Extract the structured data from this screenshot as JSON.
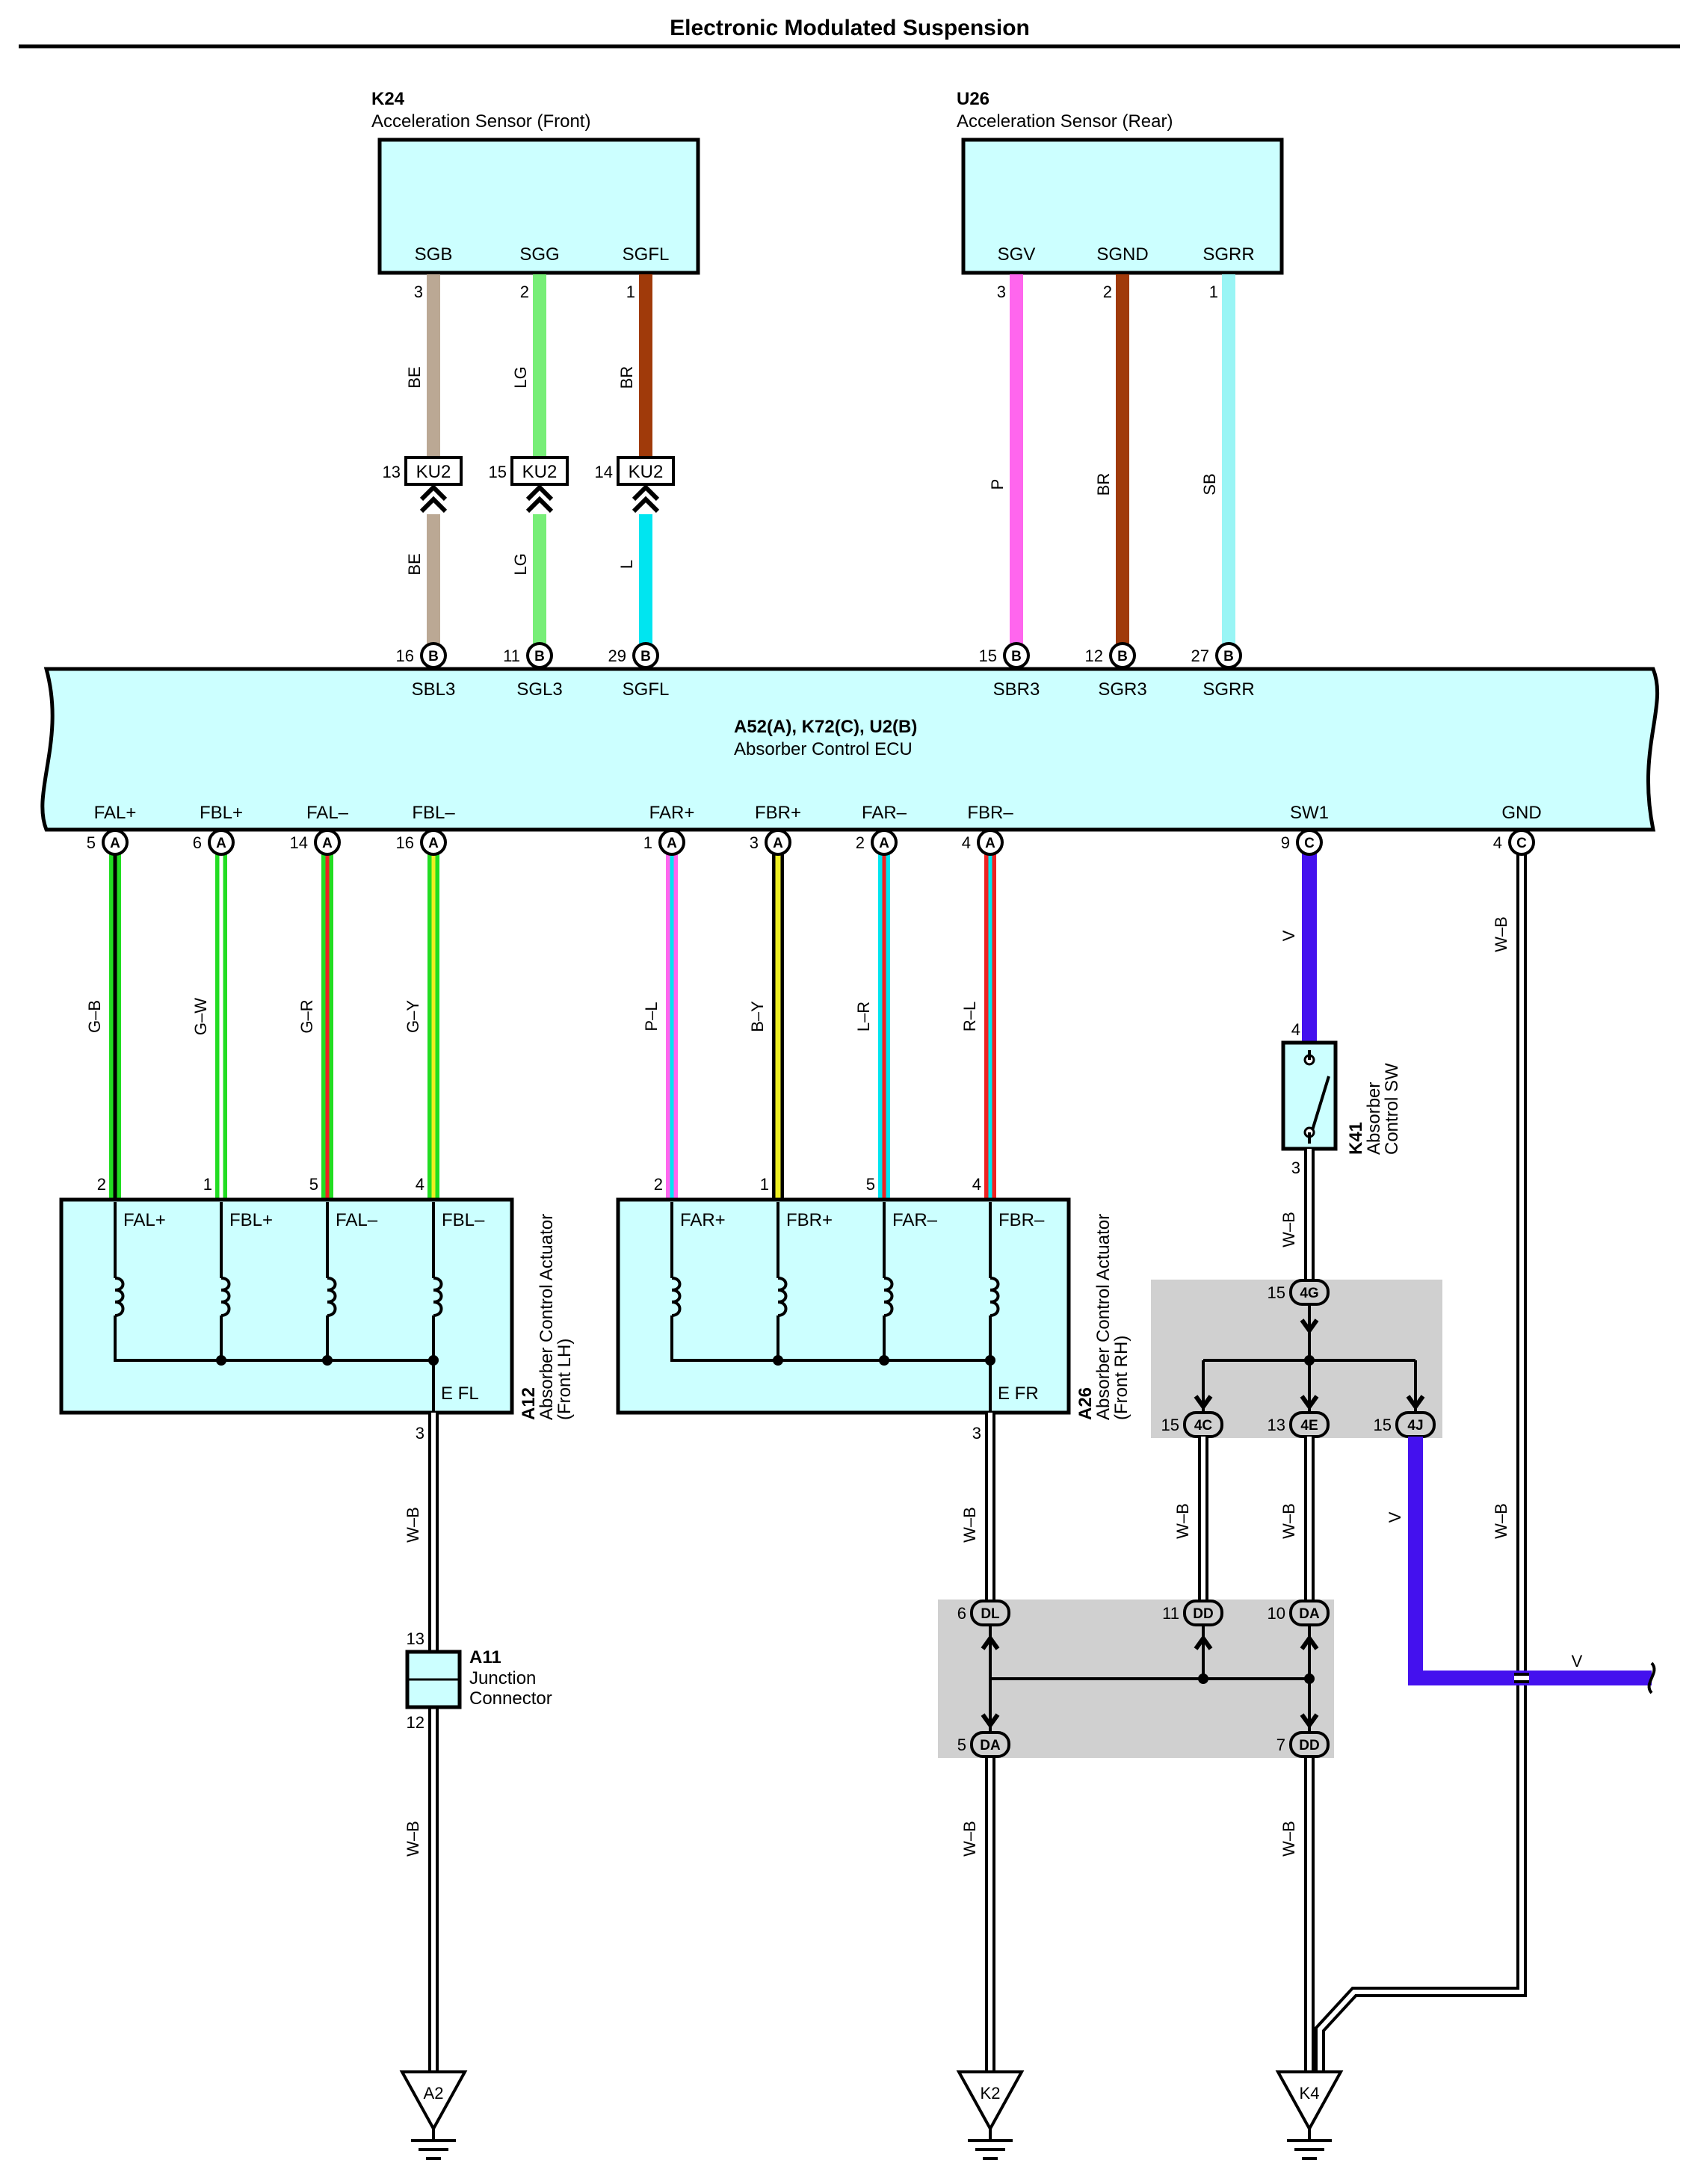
{
  "title": "Electronic Modulated Suspension",
  "colors": {
    "box_fill": "#ccffff",
    "splice_fill": "#d0d0d0",
    "BE": "#bba894",
    "LG": "#77ee77",
    "BR": "#a03a0a",
    "L": "#00e5f0",
    "P": "#ff66ee",
    "SB": "#99f5f5",
    "V": "#4411ee",
    "G": "#22dd22",
    "R": "#ee2222",
    "Y": "#eeee22",
    "W": "#ffffff",
    "B": "#000000"
  },
  "components": {
    "k24": {
      "code": "K24",
      "name": "Acceleration Sensor (Front)",
      "pins": [
        {
          "name": "SGB",
          "num": "3"
        },
        {
          "name": "SGG",
          "num": "2"
        },
        {
          "name": "SGFL",
          "num": "1"
        }
      ]
    },
    "u26": {
      "code": "U26",
      "name": "Acceleration Sensor (Rear)",
      "pins": [
        {
          "name": "SGV",
          "num": "3"
        },
        {
          "name": "SGND",
          "num": "2"
        },
        {
          "name": "SGRR",
          "num": "1"
        }
      ]
    },
    "ecu": {
      "code": "A52(A), K72(C), U2(B)",
      "name": "Absorber Control ECU",
      "top_pins": [
        {
          "name": "SBL3",
          "num": "16",
          "conn": "B"
        },
        {
          "name": "SGL3",
          "num": "11",
          "conn": "B"
        },
        {
          "name": "SGFL",
          "num": "29",
          "conn": "B"
        },
        {
          "name": "SBR3",
          "num": "15",
          "conn": "B"
        },
        {
          "name": "SGR3",
          "num": "12",
          "conn": "B"
        },
        {
          "name": "SGRR",
          "num": "27",
          "conn": "B"
        }
      ],
      "bottom_pins": [
        {
          "name": "FAL+",
          "num": "5",
          "conn": "A"
        },
        {
          "name": "FBL+",
          "num": "6",
          "conn": "A"
        },
        {
          "name": "FAL–",
          "num": "14",
          "conn": "A"
        },
        {
          "name": "FBL–",
          "num": "16",
          "conn": "A"
        },
        {
          "name": "FAR+",
          "num": "1",
          "conn": "A"
        },
        {
          "name": "FBR+",
          "num": "3",
          "conn": "A"
        },
        {
          "name": "FAR–",
          "num": "2",
          "conn": "A"
        },
        {
          "name": "FBR–",
          "num": "4",
          "conn": "A"
        },
        {
          "name": "SW1",
          "num": "9",
          "conn": "C"
        },
        {
          "name": "GND",
          "num": "4",
          "conn": "C"
        }
      ]
    },
    "ku2": [
      {
        "conn": "KU2",
        "num": "13"
      },
      {
        "conn": "KU2",
        "num": "15"
      },
      {
        "conn": "KU2",
        "num": "14"
      }
    ],
    "a12": {
      "code": "A12",
      "name1": "Absorber Control Actuator",
      "name2": "(Front LH)",
      "pins": [
        {
          "name": "FAL+",
          "num": "2"
        },
        {
          "name": "FBL+",
          "num": "1"
        },
        {
          "name": "FAL–",
          "num": "5"
        },
        {
          "name": "FBL–",
          "num": "4"
        }
      ],
      "ground_pin": {
        "name": "E FL",
        "num": "3"
      }
    },
    "a26": {
      "code": "A26",
      "name1": "Absorber Control Actuator",
      "name2": "(Front RH)",
      "pins": [
        {
          "name": "FAR+",
          "num": "2"
        },
        {
          "name": "FBR+",
          "num": "1"
        },
        {
          "name": "FAR–",
          "num": "5"
        },
        {
          "name": "FBR–",
          "num": "4"
        }
      ],
      "ground_pin": {
        "name": "E FR",
        "num": "3"
      }
    },
    "k41": {
      "code": "K41",
      "name1": "Absorber",
      "name2": "Control SW",
      "pin_top": "4",
      "pin_bottom": "3"
    },
    "a11": {
      "code": "A11",
      "name1": "Junction",
      "name2": "Connector",
      "pin_top": "13",
      "pin_bottom": "12"
    },
    "splice_upper": [
      {
        "conn": "4G",
        "num": "15"
      },
      {
        "conn": "4C",
        "num": "15"
      },
      {
        "conn": "4E",
        "num": "13"
      },
      {
        "conn": "4J",
        "num": "15"
      }
    ],
    "splice_lower": [
      {
        "conn": "DL",
        "num": "6"
      },
      {
        "conn": "DD",
        "num": "11"
      },
      {
        "conn": "DA",
        "num": "10"
      },
      {
        "conn": "DA",
        "num": "5"
      },
      {
        "conn": "DD",
        "num": "7"
      }
    ],
    "grounds": [
      "A2",
      "K2",
      "K4"
    ]
  },
  "wires": {
    "sensor_front_upper": [
      "BE",
      "LG",
      "BR"
    ],
    "sensor_front_lower": [
      "BE",
      "LG",
      "L"
    ],
    "sensor_rear": [
      "P",
      "BR",
      "SB"
    ],
    "lh_actuator": [
      "G–B",
      "G–W",
      "G–R",
      "G–Y"
    ],
    "rh_actuator": [
      "P–L",
      "B–Y",
      "L–R",
      "R–L"
    ],
    "sw1": "V",
    "gnd": "W–B",
    "k41_out": "W–B",
    "a12_ground": "W–B",
    "a11_ground": "W–B",
    "a26_ground": "W–B",
    "splice_4c": "W–B",
    "splice_4e": "W–B",
    "splice_4j": "V",
    "v_exit": "V",
    "gnd_lower": "W–B",
    "k2_ground": "W–B",
    "k4_ground": "W–B"
  }
}
